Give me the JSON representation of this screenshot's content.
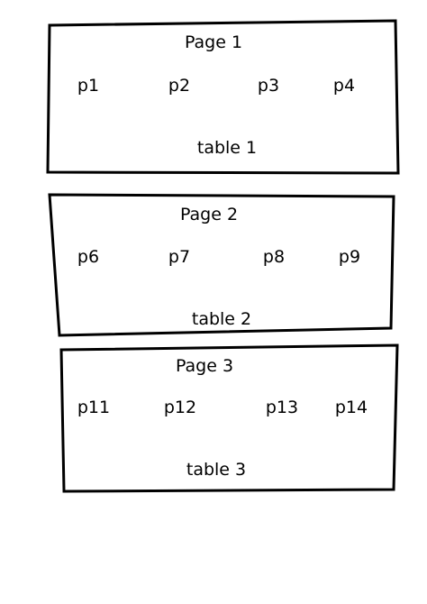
{
  "pages": [
    {
      "title": "Page 1",
      "items": [
        "p1",
        "p2",
        "p3",
        "p4"
      ],
      "footer": "table 1"
    },
    {
      "title": "Page 2",
      "items": [
        "p6",
        "p7",
        "p8",
        "p9"
      ],
      "footer": "table 2"
    },
    {
      "title": "Page 3",
      "items": [
        "p11",
        "p12",
        "p13",
        "p14"
      ],
      "footer": "table 3"
    }
  ],
  "colors": {
    "stroke": "#000000",
    "background": "#ffffff"
  }
}
